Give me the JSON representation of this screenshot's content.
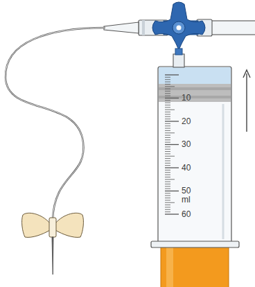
{
  "diagram": {
    "labels": [
      "10",
      "20",
      "30",
      "40",
      "50",
      "ml",
      "60"
    ]
  }
}
